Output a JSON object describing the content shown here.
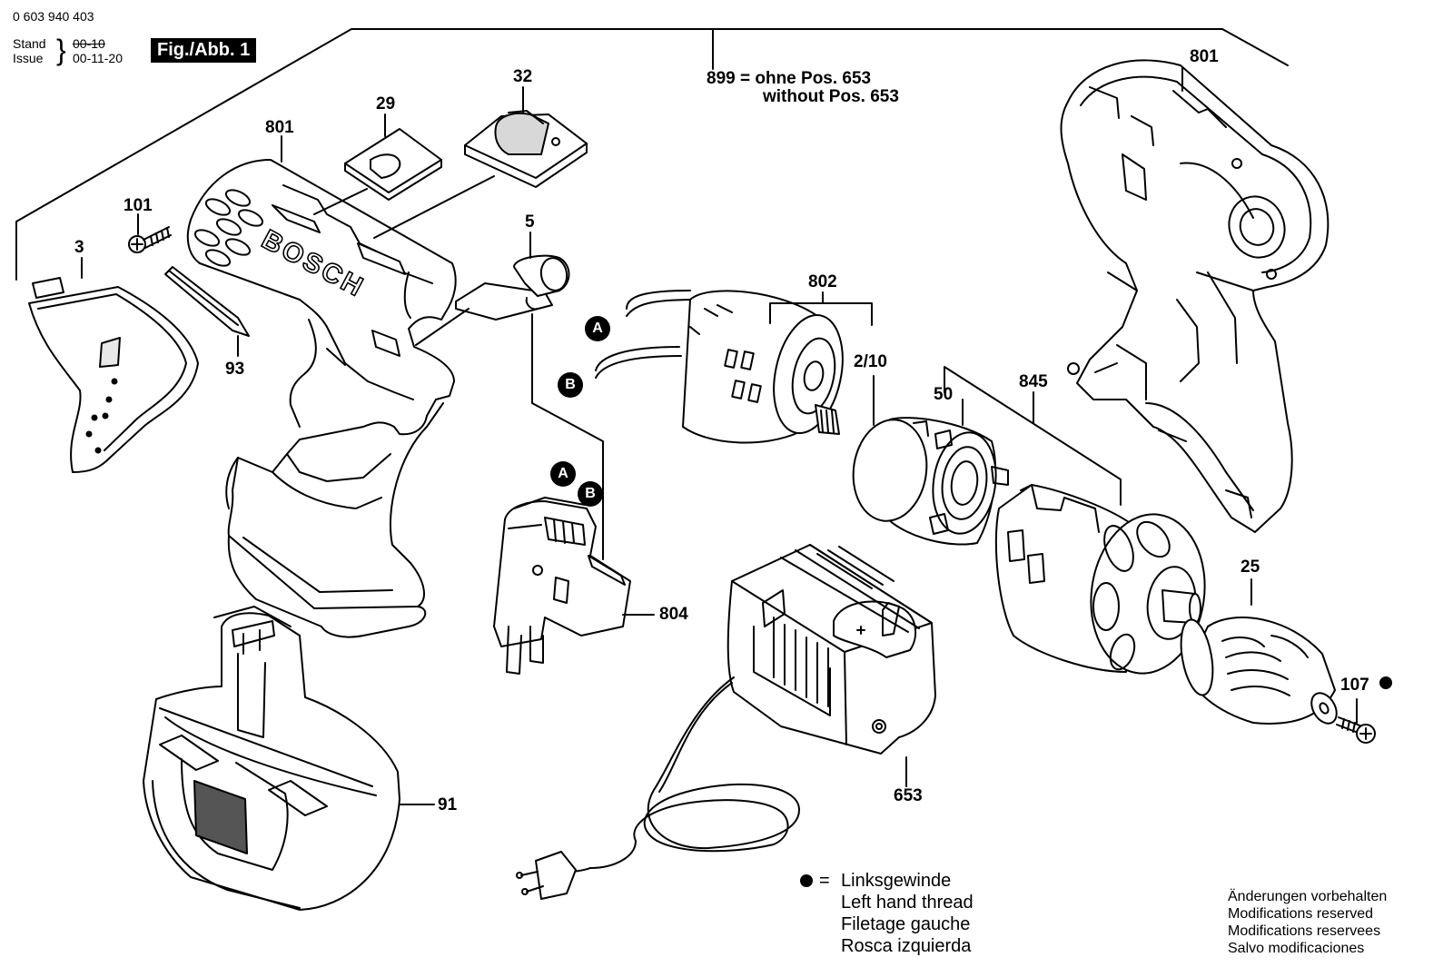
{
  "header": {
    "doc_number": "0 603 940 403",
    "stand_label": "Stand",
    "issue_label": "Issue",
    "stand_value": "00-10",
    "issue_value": "00-11-20",
    "figure_label": "Fig./Abb. 1"
  },
  "assembly_note": {
    "line1": "899 = ohne Pos. 653",
    "line2": "without Pos. 653"
  },
  "parts": {
    "p801_left": "801",
    "p801_right": "801",
    "p29": "29",
    "p32": "32",
    "p101": "101",
    "p3": "3",
    "p93": "93",
    "p5": "5",
    "p802": "802",
    "p2_10": "2/10",
    "p50": "50",
    "p845": "845",
    "p25": "25",
    "p107": "107",
    "p804": "804",
    "p653": "653",
    "p91": "91"
  },
  "wire_markers": {
    "a_motor": "A",
    "b_motor": "B",
    "a_switch": "A",
    "b_switch": "B"
  },
  "brand_text": "BOSCH",
  "legend": {
    "symbol_eq": "=",
    "lines": [
      "Linksgewinde",
      "Left hand thread",
      "Filetage gauche",
      "Rosca izquierda"
    ]
  },
  "disclaimer": {
    "lines": [
      "Änderungen vorbehalten",
      "Modifications reserved",
      "Modifications reservees",
      "Salvo modificaciones"
    ]
  },
  "colors": {
    "line": "#000000",
    "background": "#ffffff",
    "shade": "#cfcfcf"
  }
}
